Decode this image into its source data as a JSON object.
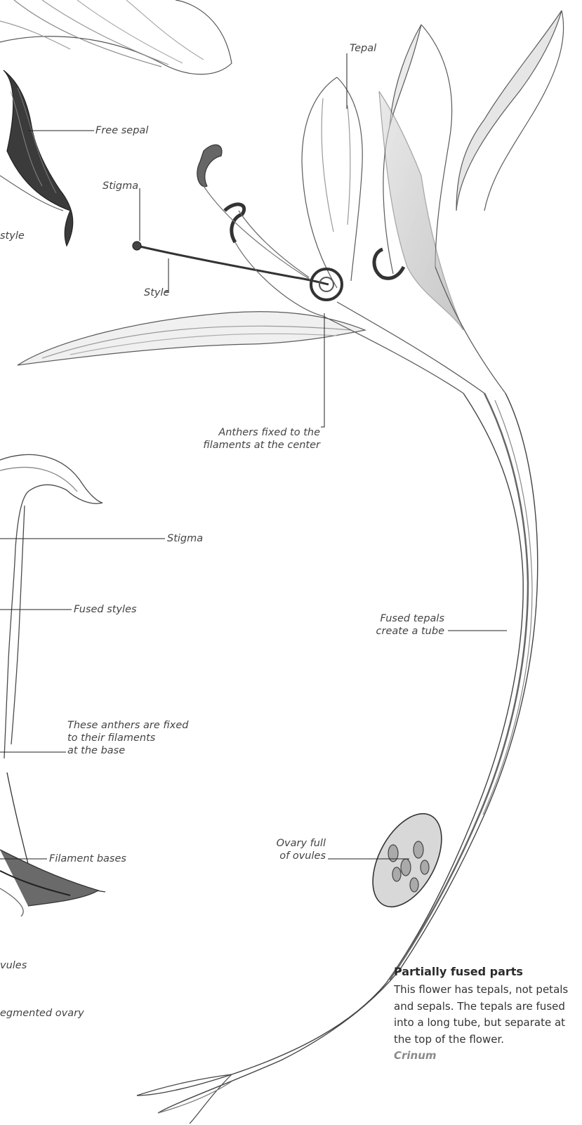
{
  "labels": {
    "tepal": "Tepal",
    "free_sepal": "Free sepal",
    "stigma_top": "Stigma",
    "style_left_edge": "style",
    "style_top": "Style",
    "anthers_center_1": "Anthers fixed to the",
    "anthers_center_2": "filaments at the center",
    "stigma_lower": "Stigma",
    "fused_styles": "Fused styles",
    "fused_tepals_1": "Fused tepals",
    "fused_tepals_2": "create a tube",
    "anthers_base_1": "These anthers are fixed",
    "anthers_base_2": "to their filaments",
    "anthers_base_3": "at the base",
    "filament_bases": "Filament bases",
    "ovary_1": "Ovary full",
    "ovary_2": "of ovules",
    "ovules_edge": "vules",
    "segmented_ovary_edge": "egmented ovary"
  },
  "caption": {
    "title": "Partially fused parts",
    "body": "This flower has tepals, not petals and sepals. The tepals are fused into a long tube, but separate at the top of the flower.",
    "genus": "Crinum"
  }
}
